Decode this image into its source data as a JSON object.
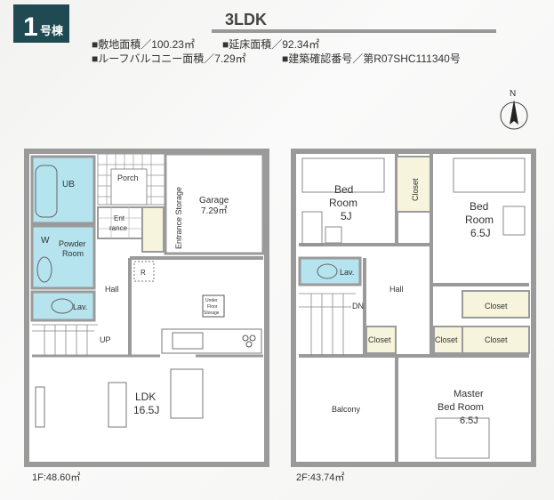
{
  "header": {
    "building_number": "1",
    "building_suffix": "号棟",
    "layout_type": "3LDK",
    "info_line1_a": "■敷地面積／100.23㎡",
    "info_line1_b": "■延床面積／92.34㎡",
    "info_line2_a": "■ルーフバルコニー面積／7.29㎡",
    "info_line2_b": "■建築確認番号／第R07SHC111340号"
  },
  "compass": {
    "label": "N",
    "icon": "north-arrow-icon"
  },
  "floor1": {
    "label": "1F:48.60㎡",
    "rooms": {
      "ub": "UB",
      "porch": "Porch",
      "garage": "Garage",
      "garage_area": "7.29㎡",
      "entrance_storage": "Entrance Storage",
      "entrance_1": "Ent",
      "entrance_2": "rance",
      "washer": "W",
      "powder_1": "Powder",
      "powder_2": "Room",
      "lav": "Lav.",
      "hall": "Hall",
      "up": "UP",
      "r": "R",
      "under_floor_1": "Under",
      "under_floor_2": "Floor",
      "under_floor_3": "Storage",
      "ldk_1": "LDK",
      "ldk_2": "16.5J"
    }
  },
  "floor2": {
    "label": "2F:43.74㎡",
    "rooms": {
      "bed1_1": "Bed",
      "bed1_2": "Room",
      "bed1_3": "5J",
      "closet_a": "Closet",
      "bed2_1": "Bed",
      "bed2_2": "Room",
      "bed2_3": "6.5J",
      "lav": "Lav.",
      "hall": "Hall",
      "dn": "DN",
      "closet_b": "Closet",
      "closet_c": "Closet",
      "closet_d": "Closet",
      "closet_e": "Closet",
      "balcony": "Balcony",
      "master_1": "Master",
      "master_2": "Bed Room",
      "master_3": "6.5J"
    }
  },
  "colors": {
    "wet_area": "#b5e3ee",
    "closet": "#f6f4dc",
    "wall": "#9a9a9a",
    "badge": "#1f4a52"
  }
}
